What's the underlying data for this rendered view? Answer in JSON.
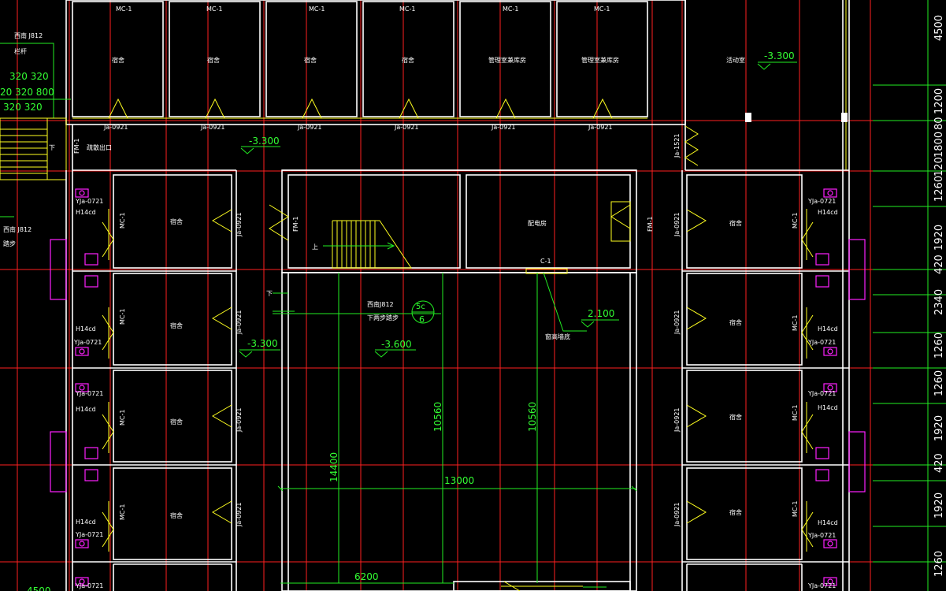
{
  "colors": {
    "background": "#000000",
    "wall": "#ffffff",
    "axis": "#ff2020",
    "dimension": "#22ee22",
    "door": "#ffff20",
    "fixture": "#ff20ff"
  },
  "top_rooms": [
    {
      "door": "MC-1",
      "name": "宿舍",
      "window": "Ja-0921"
    },
    {
      "door": "MC-1",
      "name": "宿舍",
      "window": "Ja-0921"
    },
    {
      "door": "MC-1",
      "name": "宿舍",
      "window": "Ja-0921"
    },
    {
      "door": "MC-1",
      "name": "宿舍",
      "window": "Ja-0921"
    },
    {
      "door": "MC-1",
      "name": "管理室兼库房",
      "window": "Ja-0921"
    },
    {
      "door": "MC-1",
      "name": "管理室兼库房",
      "window": "Ja-0921"
    }
  ],
  "top_right_room": "活动室",
  "left_rooms": [
    {
      "door": "MC-1",
      "name": "宿舍",
      "window": "Ja-0921"
    },
    {
      "door": "MC-1",
      "name": "宿舍",
      "window": "Ja-0921"
    },
    {
      "door": "MC-1",
      "name": "宿舍",
      "window": "Ja-0921"
    },
    {
      "door": "MC-1",
      "name": "宿舍",
      "window": "Ja-0921"
    }
  ],
  "right_rooms": [
    {
      "door": "MC-1",
      "name": "宿舍",
      "window": "Ja-0921"
    },
    {
      "door": "MC-1",
      "name": "宿舍",
      "window": "Ja-0921"
    },
    {
      "door": "MC-1",
      "name": "宿舍",
      "window": "Ja-0921"
    },
    {
      "door": "MC-1",
      "name": "宿舍",
      "window": "Ja-0921"
    }
  ],
  "bath_labels": {
    "window": "YJa-0721",
    "fixture": "H14cd"
  },
  "center": {
    "stair_room_door": "FM-1",
    "stair_up": "上",
    "power_room": "配电房",
    "power_door": "FM-1",
    "window": "C-1",
    "note_ref_1": "西南J812",
    "note_ref_2": "下两步踏步",
    "detail_num": "5c",
    "detail_sheet": "6",
    "level_court": "-3.600",
    "level_window": "2.100",
    "window_note": "窗高墙底",
    "down_label": "下"
  },
  "left_side": {
    "ref_top": "西南 J812",
    "rail": "栏杆",
    "ref_mid": "西南 J812",
    "step": "踏步",
    "stair_down": "下",
    "exit_door": "FM-1",
    "exit_label": "疏散出口",
    "exit_window": "Ja-1521",
    "dims_row1": "320 320",
    "dims_row2": "20 320 800",
    "dims_row3": "320 320"
  },
  "levels": {
    "corridor_top": "-3.300",
    "corridor_left": "-3.300",
    "right_top": "-3.300"
  },
  "dimensions": {
    "d13000": "13000",
    "d10560a": "10560",
    "d10560b": "10560",
    "d14400": "14400",
    "d6200": "6200",
    "d4500": "4500"
  },
  "right_dims": [
    "4500",
    "1200",
    "80",
    "1800",
    "120",
    "1260",
    "1920",
    "420",
    "2340",
    "1260",
    "1260",
    "1920",
    "420",
    "1920",
    "1260"
  ]
}
